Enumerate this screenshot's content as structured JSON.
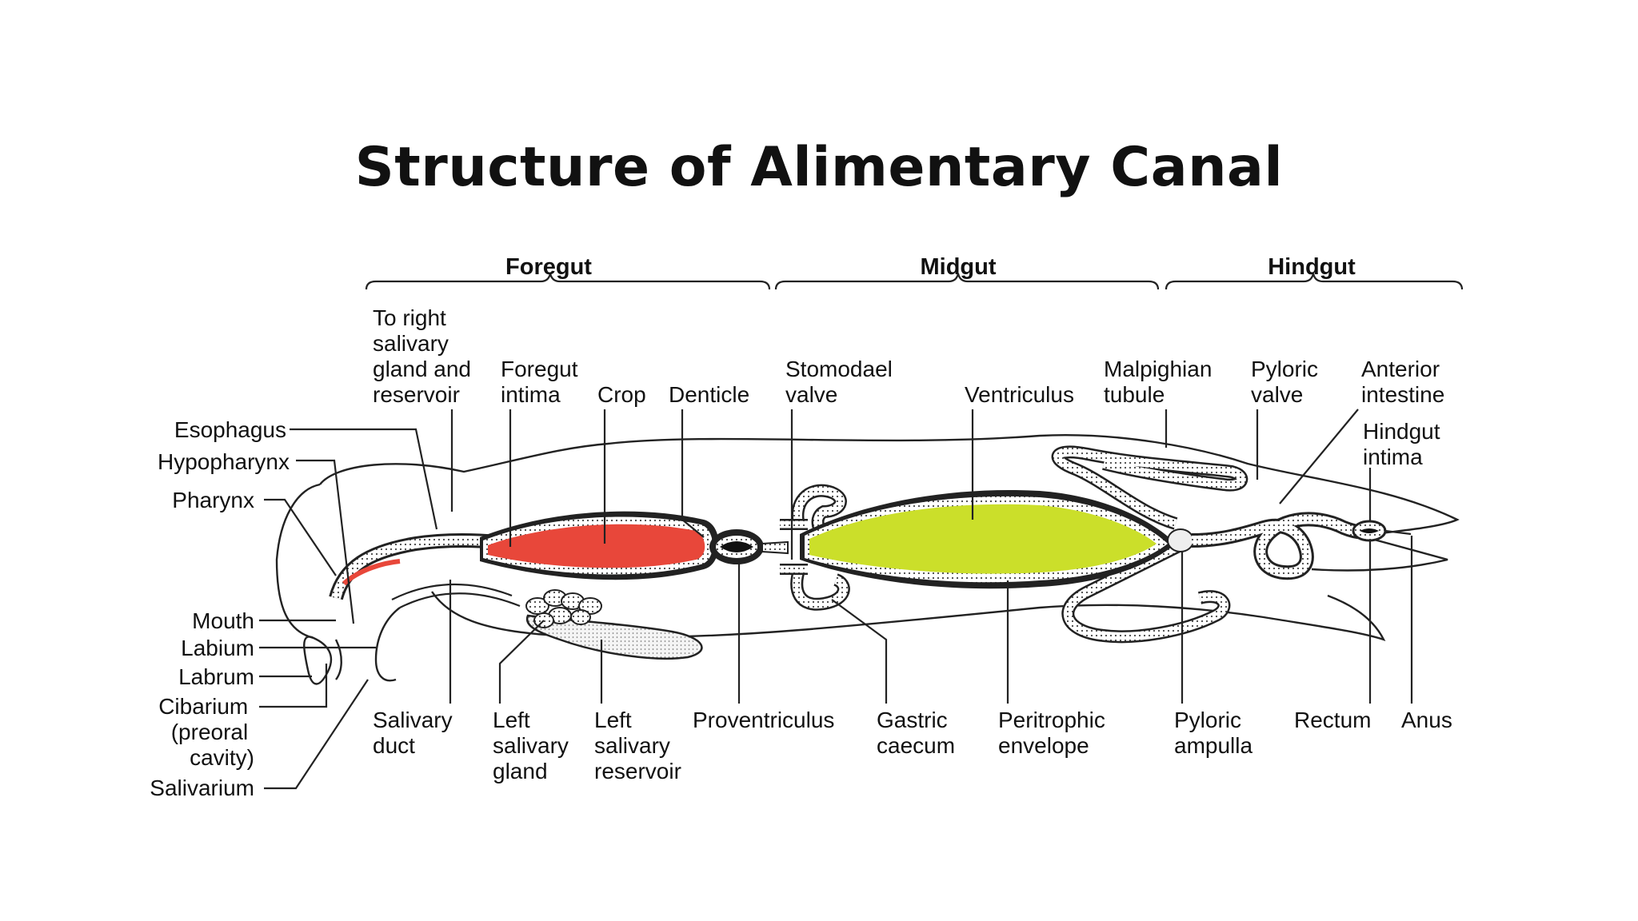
{
  "title": "Structure of Alimentary Canal",
  "colors": {
    "crop": "#e8473a",
    "ventriculus": "#cbdf2a",
    "outline": "#222222",
    "title": "#111111"
  },
  "sections": {
    "foregut": "Foregut",
    "midgut": "Midgut",
    "hindgut": "Hindgut"
  },
  "labels": {
    "to_right_salivary": [
      "To right",
      "salivary",
      "gland and",
      "reservoir"
    ],
    "foregut_intima": [
      "Foregut",
      "intima"
    ],
    "crop": "Crop",
    "denticle": "Denticle",
    "stomodael_valve": [
      "Stomodael",
      "valve"
    ],
    "ventriculus": "Ventriculus",
    "malpighian_tubule": [
      "Malpighian",
      "tubule"
    ],
    "pyloric_valve": [
      "Pyloric",
      "valve"
    ],
    "anterior_intestine": [
      "Anterior",
      "intestine"
    ],
    "hindgut_intima": [
      "Hindgut",
      "intima"
    ],
    "esophagus": "Esophagus",
    "hypopharynx": "Hypopharynx",
    "pharynx": "Pharynx",
    "mouth": "Mouth",
    "labium": "Labium",
    "labrum": "Labrum",
    "cibarium": [
      "Cibarium",
      "(preoral",
      "cavity)"
    ],
    "salivarium": "Salivarium",
    "salivary_duct": [
      "Salivary",
      "duct"
    ],
    "left_salivary_gland": [
      "Left",
      "salivary",
      "gland"
    ],
    "left_salivary_reservoir": [
      "Left",
      "salivary",
      "reservoir"
    ],
    "proventriculus": "Proventriculus",
    "gastric_caecum": [
      "Gastric",
      "caecum"
    ],
    "peritrophic_envelope": [
      "Peritrophic",
      "envelope"
    ],
    "pyloric_ampulla": [
      "Pyloric",
      "ampulla"
    ],
    "rectum": "Rectum",
    "anus": "Anus"
  }
}
